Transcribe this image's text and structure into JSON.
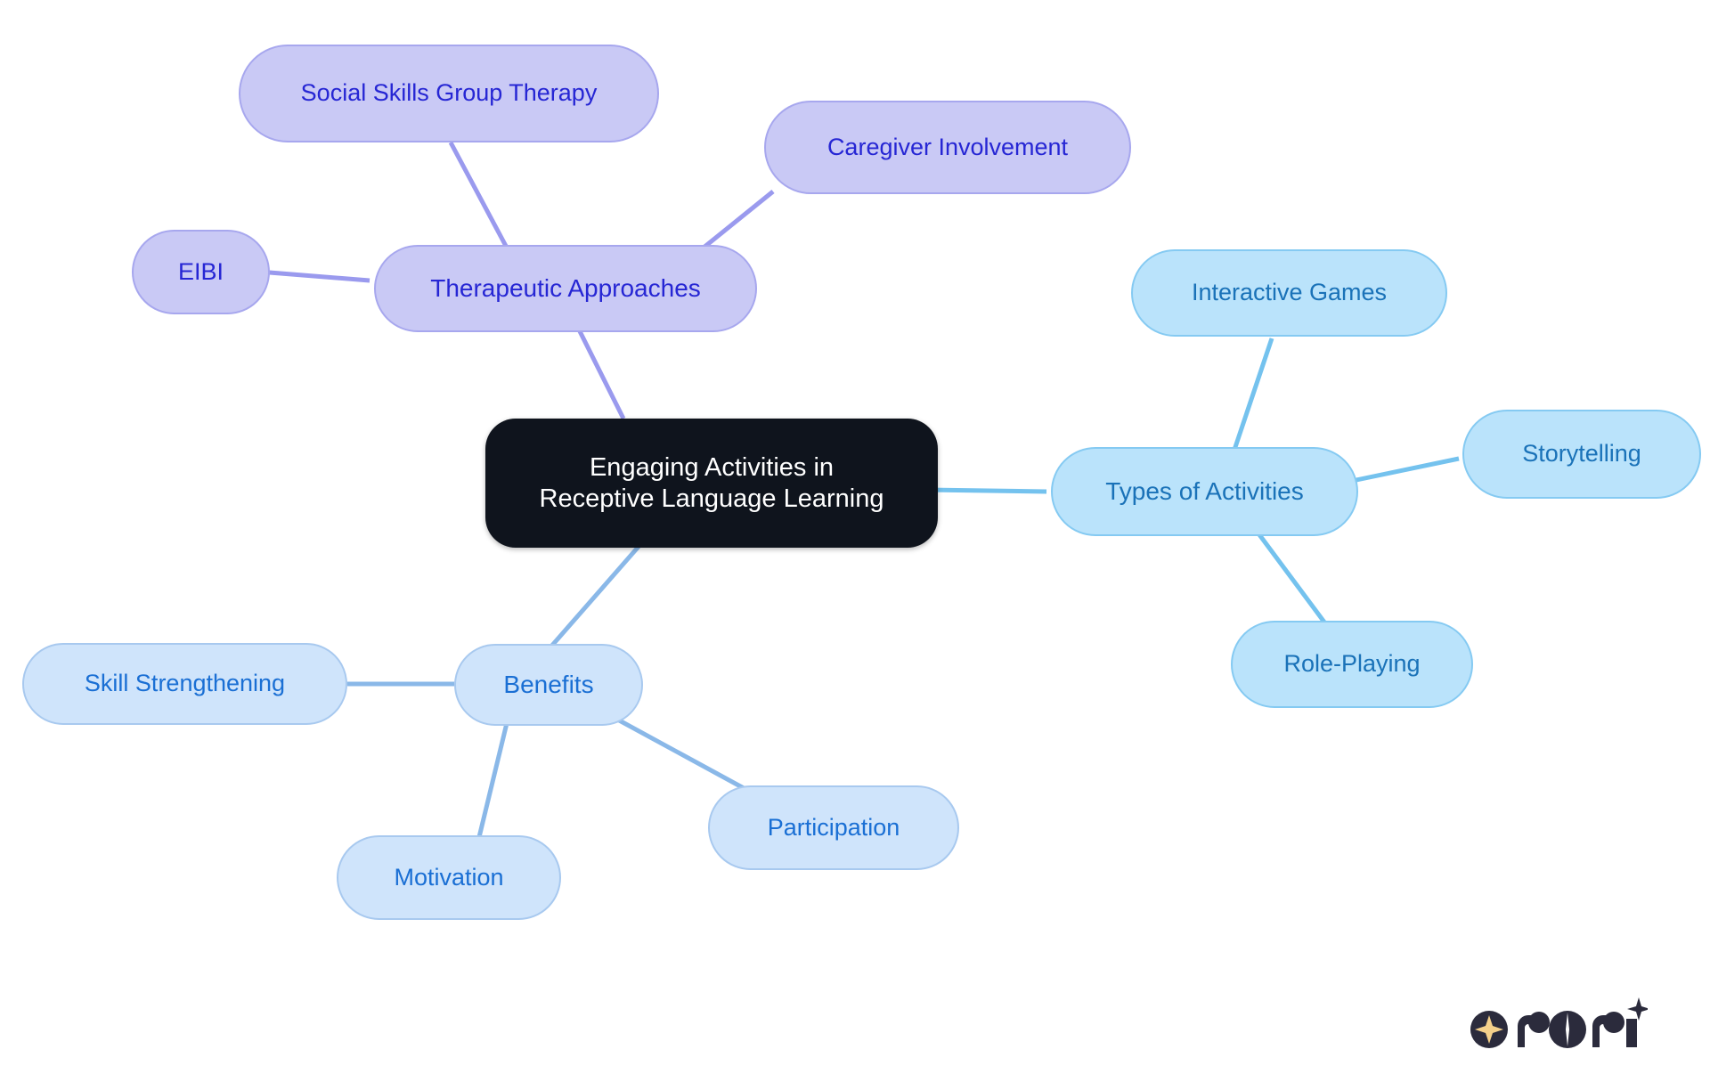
{
  "diagram": {
    "type": "mind-map",
    "root": {
      "id": "root",
      "label": "Engaging Activities in\nReceptive Language Learning",
      "color_fill": "#0f141d",
      "color_text": "#ffffff"
    },
    "branches": [
      {
        "id": "therapeutic-approaches",
        "label": "Therapeutic Approaches",
        "color_fill": "#c9c9f5",
        "color_border": "#a7a7ee",
        "color_text": "#2626d4",
        "color_edge": "#9a9aee",
        "children": [
          {
            "id": "eibi",
            "label": "EIBI"
          },
          {
            "id": "social-skills-group-therapy",
            "label": "Social Skills Group Therapy"
          },
          {
            "id": "caregiver-involvement",
            "label": "Caregiver Involvement"
          }
        ]
      },
      {
        "id": "types-of-activities",
        "label": "Types of Activities",
        "color_fill": "#bae3fb",
        "color_border": "#85caf2",
        "color_text": "#1a72b8",
        "color_edge": "#74c2ee",
        "children": [
          {
            "id": "interactive-games",
            "label": "Interactive Games"
          },
          {
            "id": "storytelling",
            "label": "Storytelling"
          },
          {
            "id": "role-playing",
            "label": "Role-Playing"
          }
        ]
      },
      {
        "id": "benefits",
        "label": "Benefits",
        "color_fill": "#cfe4fb",
        "color_border": "#a8c9ef",
        "color_text": "#1a6fd4",
        "color_edge": "#8ab8e8",
        "children": [
          {
            "id": "skill-strengthening",
            "label": "Skill Strengthening"
          },
          {
            "id": "motivation",
            "label": "Motivation"
          },
          {
            "id": "participation",
            "label": "Participation"
          }
        ]
      }
    ]
  },
  "logo": {
    "wordmark": "rori",
    "color_dark": "#2b2b3c",
    "color_star": "#f4d08a"
  }
}
